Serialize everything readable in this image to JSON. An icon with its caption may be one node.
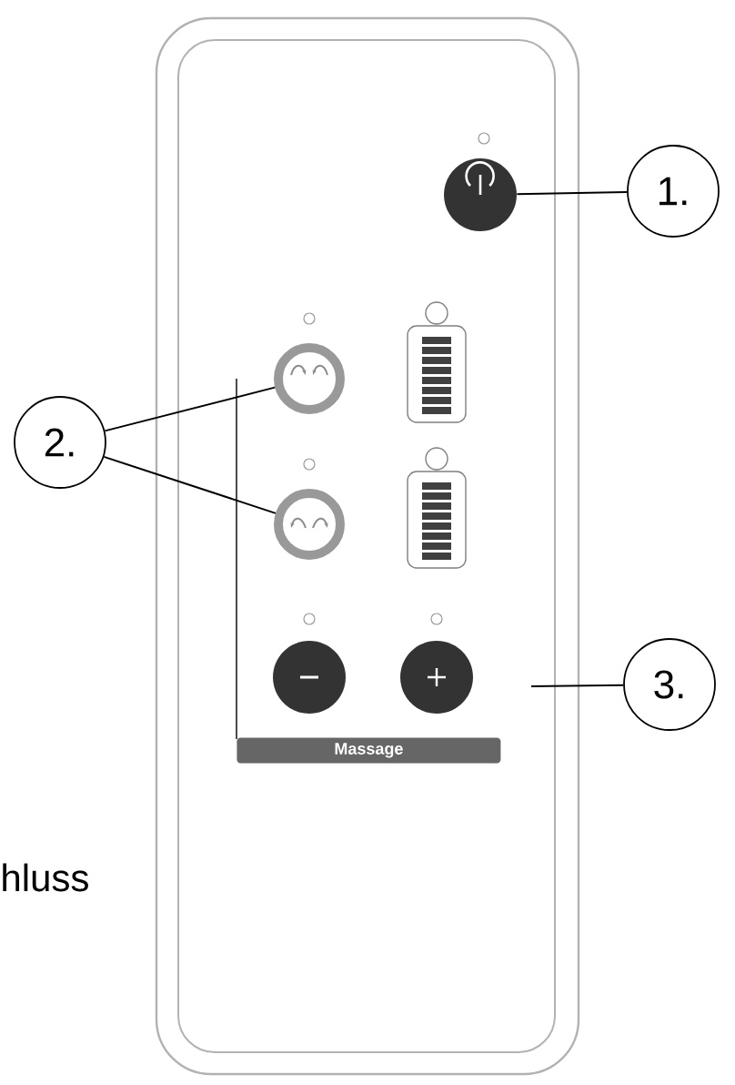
{
  "diagram": {
    "nodes": [
      {
        "text": [
          "1."
        ]
      },
      {
        "text": [],
        "shape": "circle"
      },
      {
        "text": [
          "2."
        ]
      },
      {
        "text": [],
        "shape": "circle"
      },
      {
        "text": [],
        "shape": "circle"
      },
      {
        "text": [
          "3."
        ]
      },
      {
        "text": [],
        "shape": "circle"
      },
      {
        "text": [],
        "shape": "circle"
      }
    ],
    "edges": [
      {
        "from": 0,
        "to": 1,
        "arrow": "none"
      },
      {
        "from": 2,
        "to": 3,
        "arrow": "none"
      },
      {
        "from": 2,
        "to": 4,
        "arrow": "none"
      },
      {
        "from": 5,
        "to": null,
        "arrow": "none"
      }
    ],
    "labels": [
      "Massage",
      "hluss"
    ]
  }
}
